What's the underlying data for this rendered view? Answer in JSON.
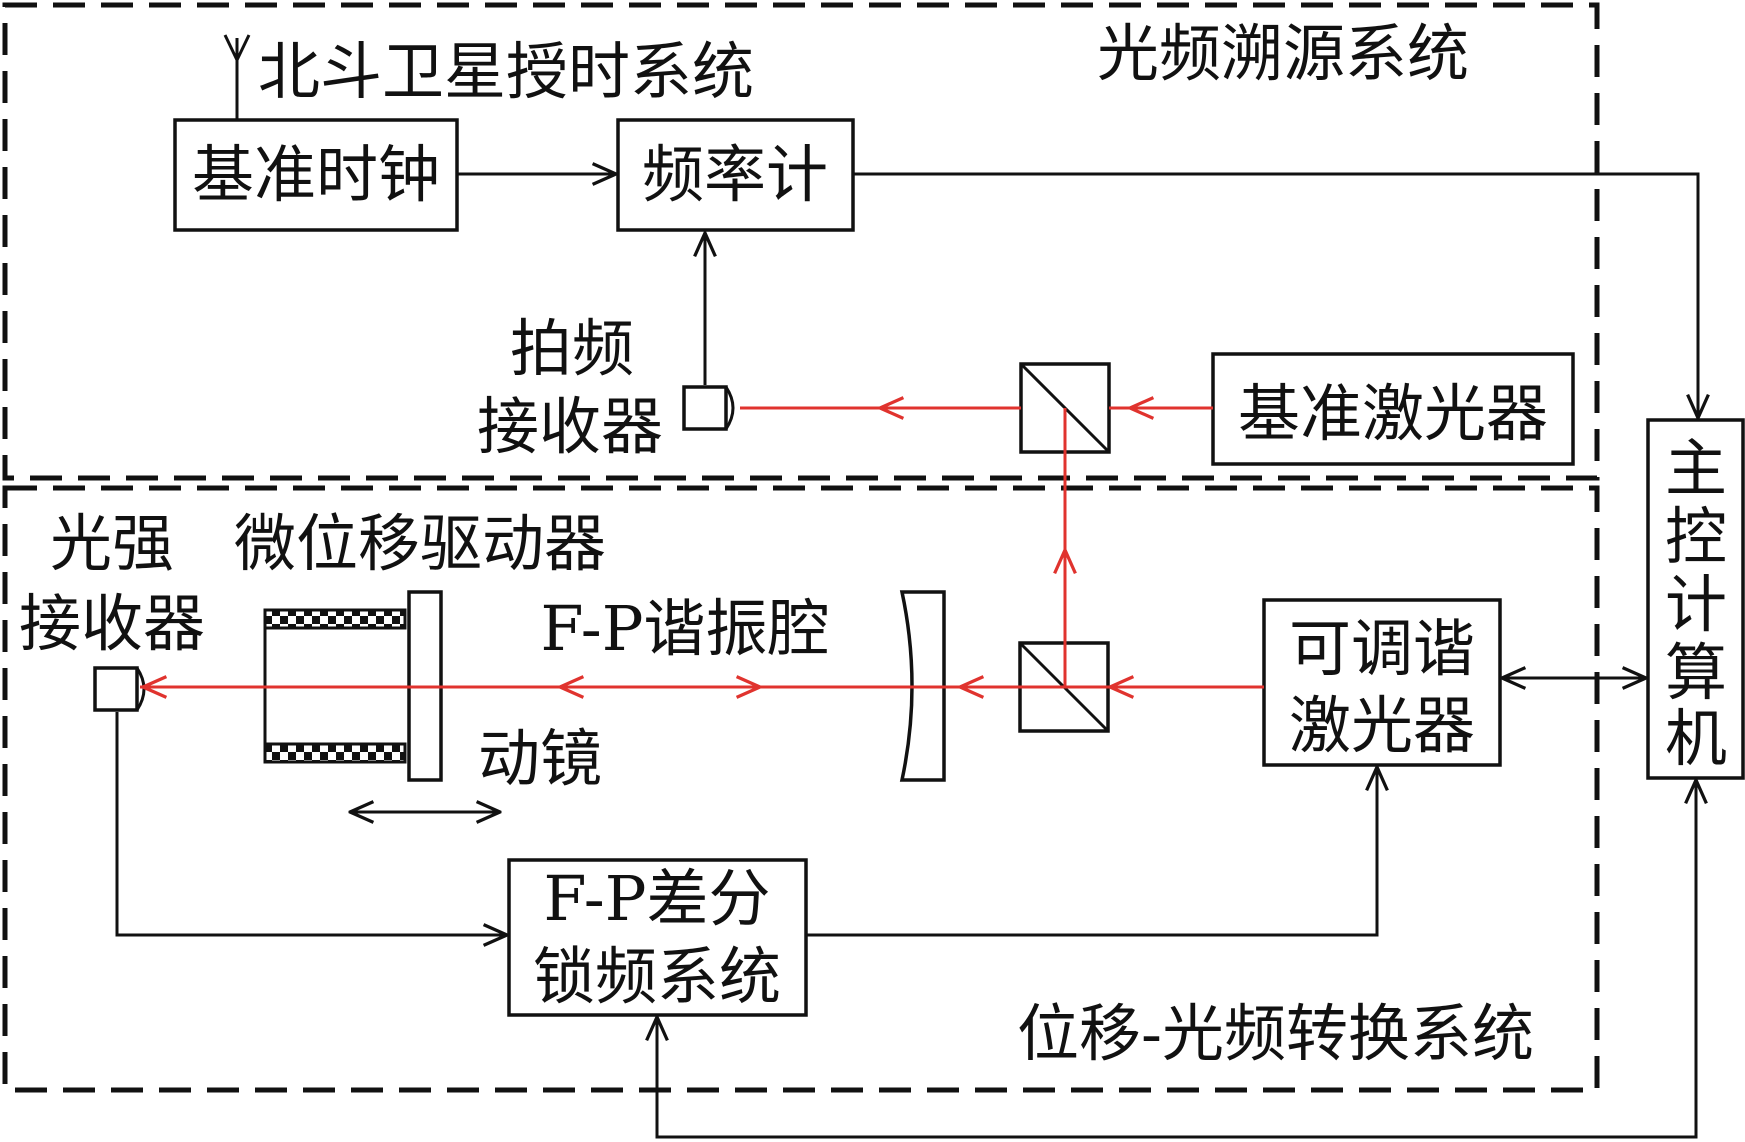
{
  "colors": {
    "beam": "#e0332e",
    "line": "#111111",
    "background": "#ffffff"
  },
  "diagram": {
    "regions": {
      "optical_freq_traceability": "光频溯源系统",
      "displacement_conversion": "位移-光频转换系统"
    },
    "labels": {
      "beidou": "北斗卫星授时系统",
      "ref_clock": "基准时钟",
      "freq_counter": "频率计",
      "beat_receiver_line1": "拍频",
      "beat_receiver_line2": "接收器",
      "ref_laser": "基准激光器",
      "main_computer": [
        "主",
        "控",
        "计",
        "算",
        "机"
      ],
      "intensity_receiver_line1": "光强",
      "intensity_receiver_line2": "接收器",
      "micro_actuator": "微位移驱动器",
      "fp_cavity": "F-P谐振腔",
      "moving_mirror": "动镜",
      "tunable_laser_line1": "可调谐",
      "tunable_laser_line2": "激光器",
      "fp_lock_line1": "F-P差分",
      "fp_lock_line2": "锁频系统"
    },
    "icons": {
      "antenna": "antenna-icon",
      "beam_splitter": "beam-splitter-icon",
      "photodetector": "photodetector-icon",
      "actuator": "piezo-actuator-icon",
      "cavity_mirror": "concave-mirror-icon"
    }
  }
}
